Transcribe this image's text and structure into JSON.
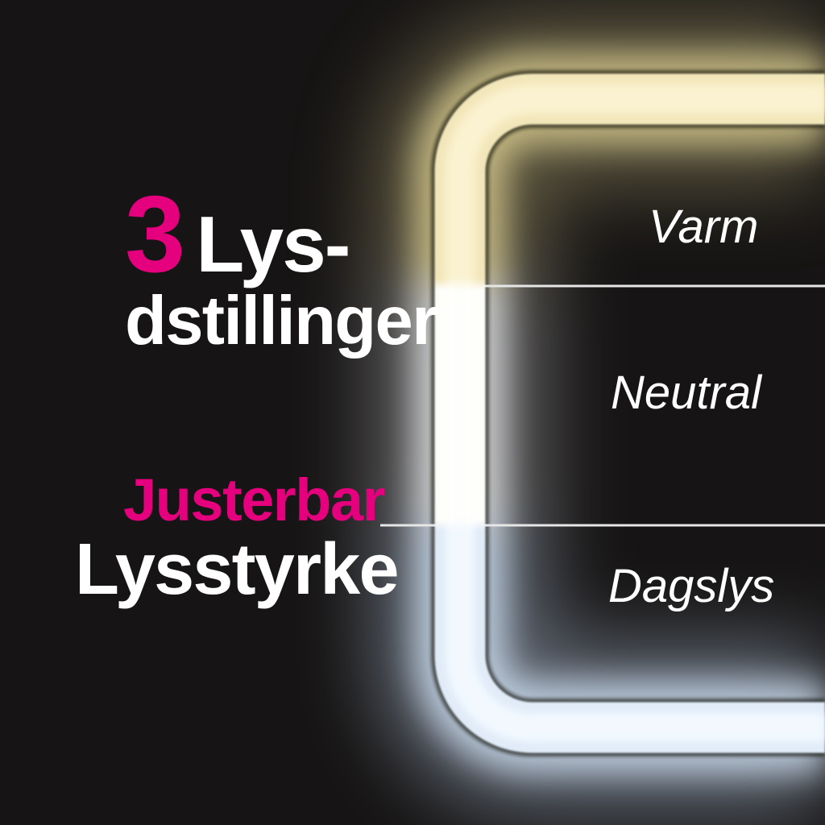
{
  "headline": {
    "number": "3",
    "line1": "Lys-",
    "line2": "dstillinger"
  },
  "subheadline": {
    "line1": "Justerbar",
    "line2": "Lysstyrke"
  },
  "light_modes": [
    {
      "label": "Varm",
      "tube_color": "#f2e6ba"
    },
    {
      "label": "Neutral",
      "tube_color": "#fdfdfa"
    },
    {
      "label": "Dagslys",
      "tube_color": "#e0ebf8"
    }
  ],
  "colors": {
    "accent_magenta": "#e5007d",
    "text_white": "#ffffff",
    "divider_line": "#e6e6e6",
    "background": "#161414"
  }
}
